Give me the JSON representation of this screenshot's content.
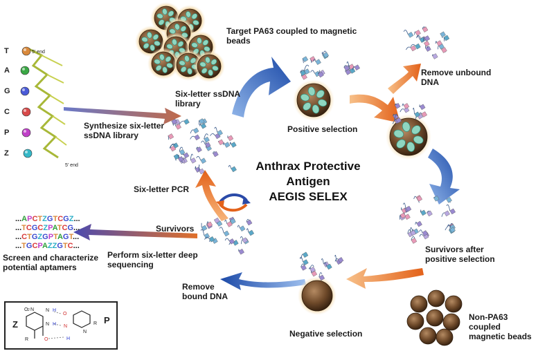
{
  "title": [
    "Anthrax Protective",
    "Antigen",
    "AEGIS SELEX"
  ],
  "labels": {
    "target": "Target PA63 coupled to magnetic beads",
    "library": "Six-letter ssDNA library",
    "synthesize": "Synthesize six-letter ssDNA library",
    "positive": "Positive selection",
    "remove_unbound": "Remove unbound DNA",
    "pcr": "Six-letter PCR",
    "survivors": "Survivors",
    "sequencing": "Perform six-letter deep sequencing",
    "screen": "Screen and characterize potential aptamers",
    "survivors_after": "Survivors after positive selection",
    "remove_bound": "Remove bound DNA",
    "negative": "Negative selection",
    "non_pa63": "Non-PA63 coupled magnetic beads"
  },
  "strand": {
    "letters": [
      "T",
      "A",
      "G",
      "C",
      "P",
      "Z"
    ],
    "colors": [
      "#d9893b",
      "#3aa845",
      "#4a5bd8",
      "#d84a4a",
      "#c040c8",
      "#35b8c8"
    ],
    "end5_top": "5' end",
    "end5_bottom": "5' end"
  },
  "sequences": [
    [
      [
        "...",
        "#111"
      ],
      [
        "APCTZGTCGZ",
        "multi"
      ],
      [
        "...",
        "#111"
      ]
    ],
    [
      [
        "...",
        "#111"
      ],
      [
        "TCGCZPATCG",
        "multi"
      ],
      [
        "...",
        "#111"
      ]
    ],
    [
      [
        "...",
        "#111"
      ],
      [
        "CTGZGPTAGT",
        "multi"
      ],
      [
        "...",
        "#111"
      ]
    ],
    [
      [
        "...",
        "#111"
      ],
      [
        "TGCPAZZGTC",
        "multi"
      ],
      [
        "...",
        "#111"
      ]
    ]
  ],
  "seq_colors": {
    "A": "#2e9e3a",
    "P": "#c040c8",
    "C": "#d83a3a",
    "T": "#d9893b",
    "Z": "#2fb0c8",
    "G": "#3a4ad0"
  },
  "legend": {
    "left": "Z",
    "right": "P",
    "z_labels": [
      "O2N",
      "N—H",
      "N—H",
      "R",
      "O"
    ],
    "p_labels": [
      "O",
      "N",
      "N",
      "R",
      "H"
    ]
  }
}
